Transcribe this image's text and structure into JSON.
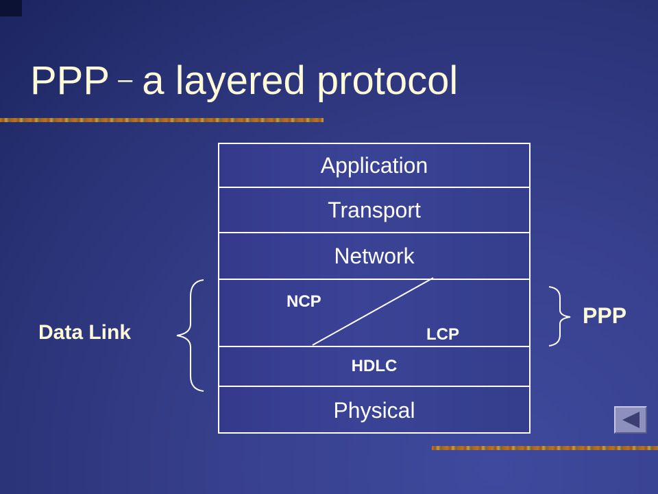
{
  "slide": {
    "title_main": "PPP",
    "title_dash": "–",
    "title_rest": "a layered protocol"
  },
  "layers": {
    "application": "Application",
    "transport": "Transport",
    "network": "Network",
    "ncp": "NCP",
    "lcp": "LCP",
    "hdlc": "HDLC",
    "physical": "Physical"
  },
  "annotations": {
    "left": "Data Link",
    "right": "PPP"
  },
  "colors": {
    "title": "#fffad8",
    "line": "#ffffff",
    "background": "#2b3478"
  },
  "icons": {
    "nav": "triangle-left-icon"
  }
}
